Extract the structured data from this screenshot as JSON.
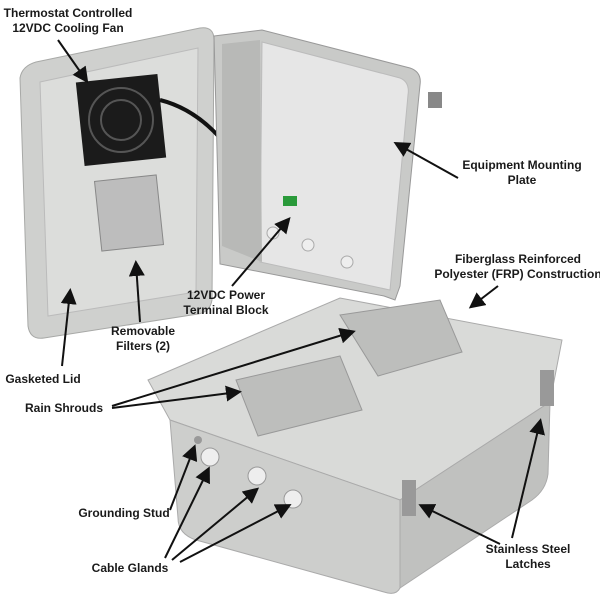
{
  "callouts": {
    "cooling_fan": [
      "Thermostat Controlled",
      "12VDC Cooling Fan"
    ],
    "mounting_plate": [
      "Equipment Mounting",
      "Plate"
    ],
    "frp": [
      "Fiberglass Reinforced",
      "Polyester (FRP) Construction"
    ],
    "terminal_block": [
      "12VDC Power",
      "Terminal Block"
    ],
    "filters": [
      "Removable",
      "Filters (2)"
    ],
    "gasketed_lid": "Gasketed Lid",
    "rain_shrouds": "Rain Shrouds",
    "grounding_stud": "Grounding Stud",
    "cable_glands": "Cable Glands",
    "latches": [
      "Stainless Steel",
      "Latches"
    ]
  }
}
